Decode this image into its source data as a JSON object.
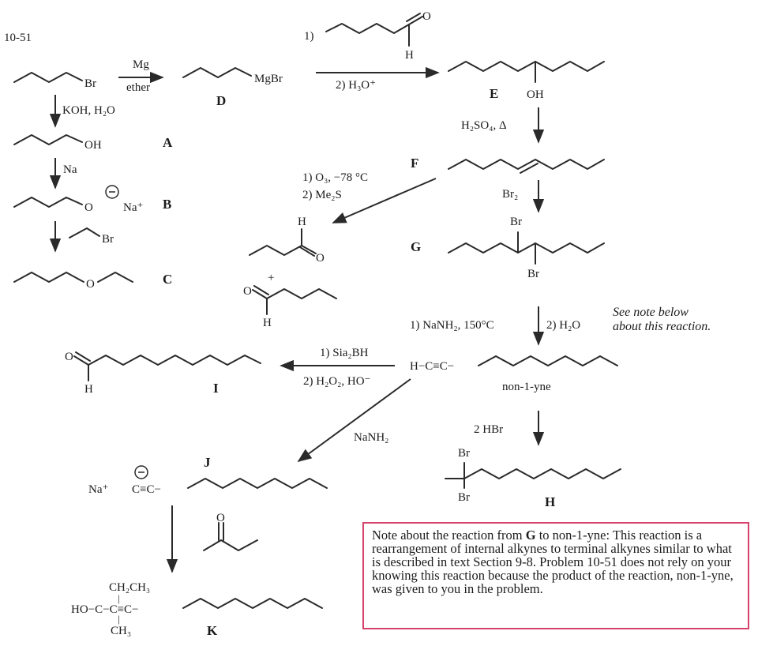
{
  "problem_number": "10-51",
  "labels": {
    "A": "A",
    "B": "B",
    "C": "C",
    "D": "D",
    "E": "E",
    "F": "F",
    "G": "G",
    "H": "H",
    "I": "I",
    "J": "J",
    "K": "K"
  },
  "atoms": {
    "br": "Br",
    "mgbr": "MgBr",
    "oh": "OH",
    "o": "O",
    "h": "H",
    "na_plus": "Na⁺",
    "na_plus2": "Na⁺",
    "minus": "−",
    "h_alkyne": "H−C≡C−",
    "acetylide": "C≡C−",
    "k_ethyl": "CH₂CH₃",
    "k_left": "HO−C−C≡C−",
    "k_methyl": "CH₃",
    "k_bond_up": "|",
    "k_bond_down": "|",
    "plus": "+"
  },
  "reagents": {
    "mg": "Mg",
    "ether": "ether",
    "step1": "1)",
    "step2_h3o": "2) H₃O⁺",
    "koh": "KOH, H₂O",
    "na": "Na",
    "h2so4": "H₂SO₄, Δ",
    "ozone": "1) O₃, −78 °C",
    "me2s": "2) Me₂S",
    "br2": "Br₂",
    "nanh2_heat": "1) NaNH₂, 150°C",
    "water": "2) H₂O",
    "sia2bh": "1) Sia₂BH",
    "h2o2": "2) H₂O₂, HO⁻",
    "nanh2": "NaNH₂",
    "hbr": "2 HBr"
  },
  "product_name": "non-1-yne",
  "side_note": [
    "See note below",
    "about this reaction."
  ],
  "note_box": {
    "prefix": "Note about the reaction from ",
    "bold": "G",
    "rest": " to non-1-yne: This reaction is a rearrangement of internal alkynes to terminal alkynes similar to what is described in text Section 9-8. Problem 10-51 does not rely on your knowing this reaction because the product of the reaction, non-1-yne, was given to you in the problem.",
    "border_color": "#d6426c"
  }
}
